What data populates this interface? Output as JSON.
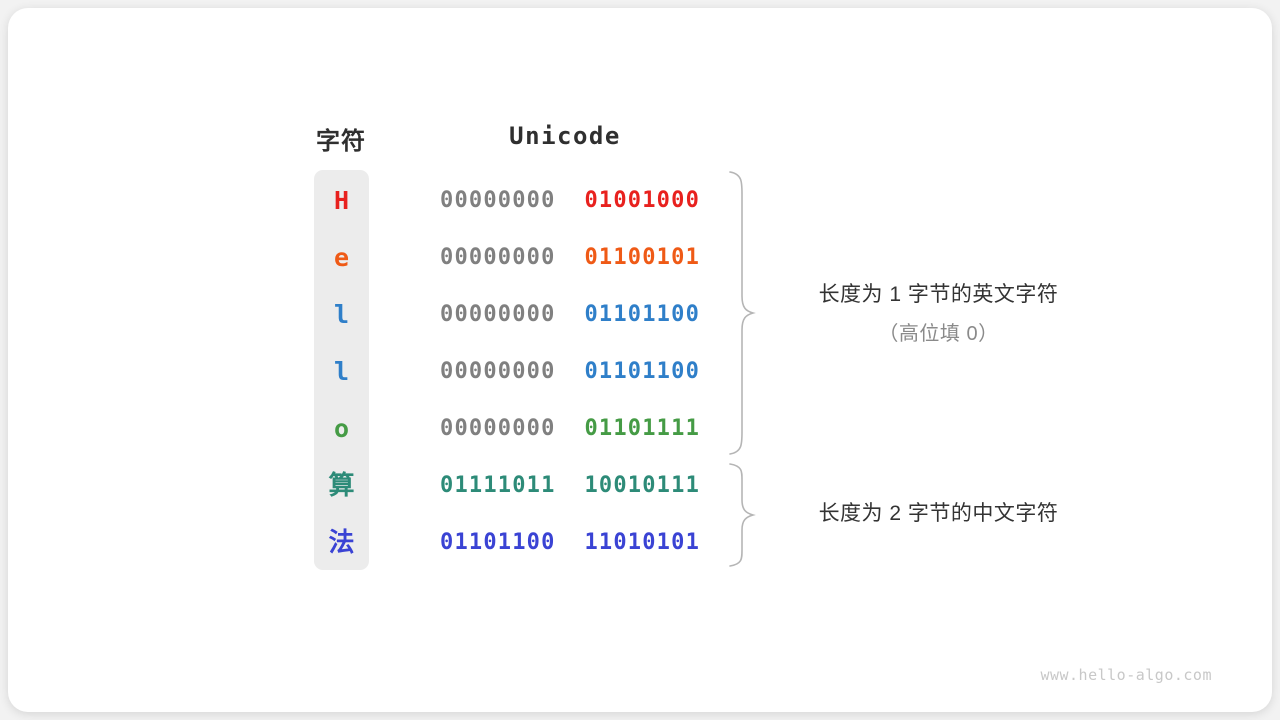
{
  "canvas": {
    "background": "#ffffff",
    "card_background": "#ffffff"
  },
  "headers": {
    "char": "字符",
    "unicode": "Unicode"
  },
  "palette": {
    "grey_bits": "#808080",
    "column_background": "#ececec",
    "annotation_primary": "#333333",
    "annotation_secondary": "#8a8a8a",
    "watermark": "#c8c8c8"
  },
  "rows": [
    {
      "char": "H",
      "color": "#e8211e",
      "high_byte": "00000000",
      "low_byte": "01001000",
      "high_is_padding": true,
      "cjk": false
    },
    {
      "char": "e",
      "color": "#ef5a16",
      "high_byte": "00000000",
      "low_byte": "01100101",
      "high_is_padding": true,
      "cjk": false
    },
    {
      "char": "l",
      "color": "#2f7fc9",
      "high_byte": "00000000",
      "low_byte": "01101100",
      "high_is_padding": true,
      "cjk": false
    },
    {
      "char": "l",
      "color": "#2f7fc9",
      "high_byte": "00000000",
      "low_byte": "01101100",
      "high_is_padding": true,
      "cjk": false
    },
    {
      "char": "o",
      "color": "#459b45",
      "high_byte": "00000000",
      "low_byte": "01101111",
      "high_is_padding": true,
      "cjk": false
    },
    {
      "char": "算",
      "color": "#2d8b78",
      "high_byte": "01111011",
      "low_byte": "10010111",
      "high_is_padding": false,
      "cjk": true
    },
    {
      "char": "法",
      "color": "#3a43d4",
      "high_byte": "01101100",
      "low_byte": "11010101",
      "high_is_padding": false,
      "cjk": true
    }
  ],
  "annotations": [
    {
      "line1": "长度为 1 字节的英文字符",
      "line2": "（高位填 0）"
    },
    {
      "line1": "长度为 2 字节的中文字符",
      "line2": ""
    }
  ],
  "watermark": "www.hello-algo.com"
}
